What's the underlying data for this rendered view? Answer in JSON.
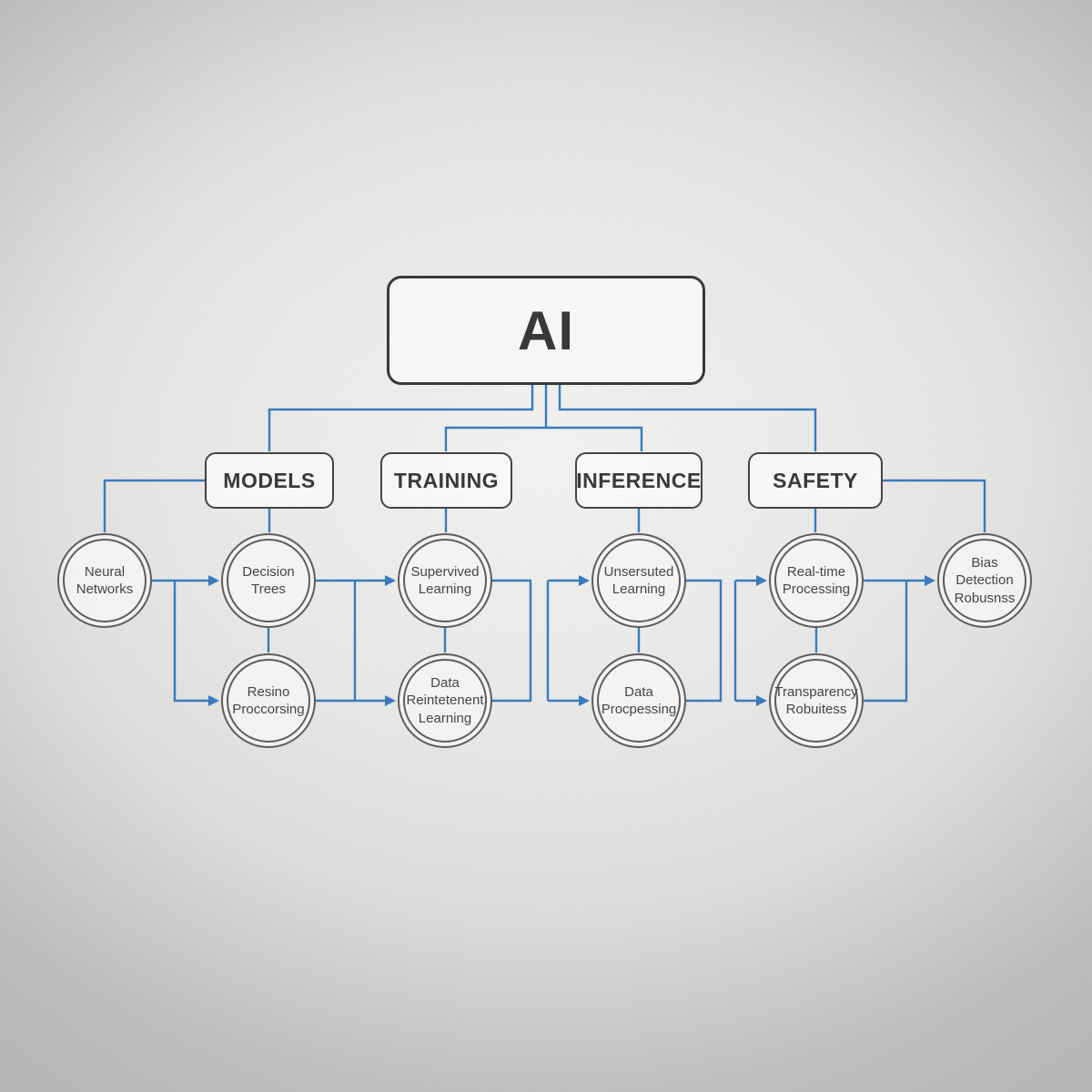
{
  "colors": {
    "connector_blue": "#3b7ec0",
    "box_border": "#3a3a3a",
    "circle_border": "#5f5f5f",
    "text_dark": "#3c3c3c"
  },
  "diagram": {
    "root_label": "AI",
    "categories": [
      {
        "label": "MODELS"
      },
      {
        "label": "TRAINING"
      },
      {
        "label": "INFERENCE"
      },
      {
        "label": "SAFETY"
      }
    ],
    "row1": [
      {
        "label": "Neural\nNetworks"
      },
      {
        "label": "Decision\nTrees"
      },
      {
        "label": "Supervived\nLearning"
      },
      {
        "label": "Unsersuted\nLearning"
      },
      {
        "label": "Real-time\nProcessing"
      },
      {
        "label": "Bias\nDetection\nRobusnss"
      }
    ],
    "row2": [
      {
        "label": "Resino\nProccorsing"
      },
      {
        "label": "Data\nReintetenent\nLearning"
      },
      {
        "label": "Data\nProcpessing"
      },
      {
        "label": "Transparency\nRobuitess"
      }
    ]
  }
}
